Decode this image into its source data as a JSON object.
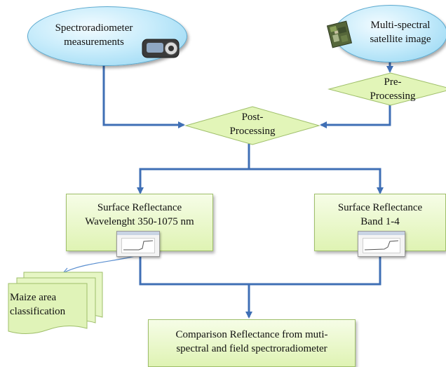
{
  "nodes": {
    "spectro": {
      "line1": "Spectroradiometer",
      "line2": "measurements"
    },
    "satellite": {
      "line1": "Multi-spectral",
      "line2": "satellite image"
    },
    "preprocessing": {
      "line1": "Pre-",
      "line2": "Processing"
    },
    "postprocessing": {
      "line1": "Post-",
      "line2": "Processing"
    },
    "surface_left": {
      "line1": "Surface Reflectance",
      "line2": "Wavelenght 350-1075 nm"
    },
    "surface_right": {
      "line1": "Surface Reflectance",
      "line2": "Band 1-4"
    },
    "maize": {
      "line1": "Maize area",
      "line2": "classification"
    },
    "comparison": {
      "line1": "Comparison Reflectance  from muti-",
      "line2": "spectral and  field spectroradiometer"
    }
  },
  "colors": {
    "arrow": "#3f6fb5",
    "ellipse_fill": "#c8ecfb",
    "box_fill": "#dff3b3",
    "diamond_fill": "#e2f5b8"
  },
  "icons": [
    "spectroradiometer-device-icon",
    "satellite-image-icon",
    "reflectance-graph-icon"
  ]
}
